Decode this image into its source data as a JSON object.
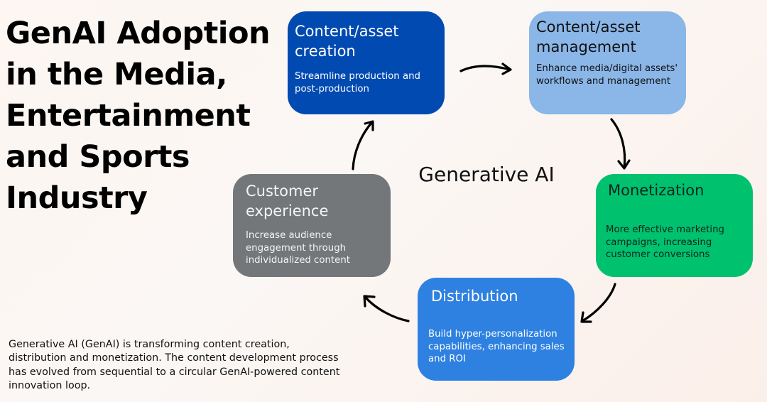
{
  "title": "GenAI Adoption in the Media, Entertainment and Sports Industry",
  "center_label": "Generative AI",
  "description": "Generative AI (GenAI) is transforming content creation, distribution and monetization. The content development process has evolved from sequential to a circular GenAI-powered content innovation loop.",
  "cycle": [
    {
      "title": "Content/asset creation",
      "description": "Streamline production and post-production",
      "color": "#004ab1"
    },
    {
      "title": "Content/asset management",
      "description": "Enhance media/digital assets' workflows and management",
      "color": "#8ab6e8"
    },
    {
      "title": "Monetization",
      "description": "More effective marketing campaigns, increasing customer conversions",
      "color": "#00c16e"
    },
    {
      "title": "Distribution",
      "description": "Build hyper-personalization capabilities, enhancing sales and ROI",
      "color": "#2e81e0"
    },
    {
      "title": "Customer experience",
      "description": "Increase audience engagement through individualized content",
      "color": "#747779"
    }
  ],
  "arrows": [
    {
      "from": "Content/asset creation",
      "to": "Content/asset management"
    },
    {
      "from": "Content/asset management",
      "to": "Monetization"
    },
    {
      "from": "Monetization",
      "to": "Distribution"
    },
    {
      "from": "Distribution",
      "to": "Customer experience"
    },
    {
      "from": "Customer experience",
      "to": "Content/asset creation"
    }
  ]
}
